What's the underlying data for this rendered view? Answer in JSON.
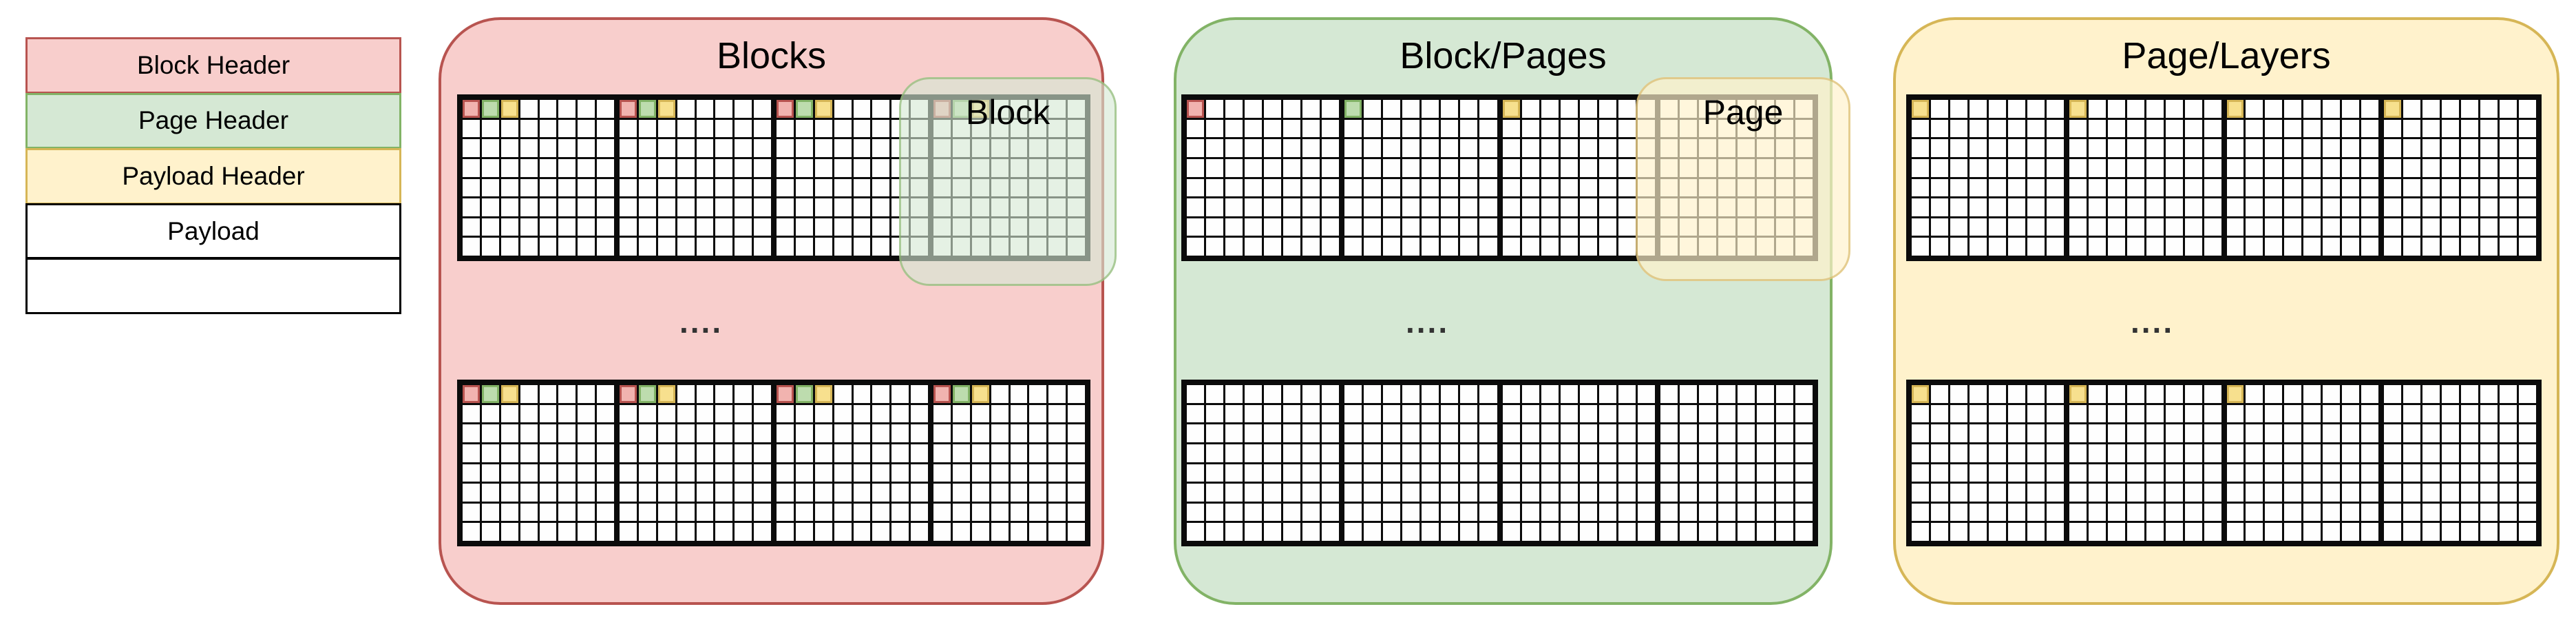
{
  "diagram": {
    "legend": {
      "rows": [
        {
          "label": "Block Header",
          "style": "pink"
        },
        {
          "label": "Page Header",
          "style": "green"
        },
        {
          "label": "Payload Header",
          "style": "yellow"
        },
        {
          "label": "Payload",
          "style": "plain"
        },
        {
          "label": "",
          "style": "plain"
        }
      ]
    },
    "containers": {
      "blocks": {
        "title": "Blocks",
        "dots": "....",
        "overlay_label": "Block",
        "grid_rows": [
          [
            [
              "pink",
              "green",
              "yellow"
            ],
            [
              "pink",
              "green",
              "yellow"
            ],
            [
              "pink",
              "green",
              "yellow"
            ],
            [
              "pink",
              "green",
              "yellow"
            ]
          ],
          [
            [
              "pink",
              "green",
              "yellow"
            ],
            [
              "pink",
              "green",
              "yellow"
            ],
            [
              "pink",
              "green",
              "yellow"
            ],
            [
              "pink",
              "green",
              "yellow"
            ]
          ]
        ]
      },
      "block_pages": {
        "title": "Block/Pages",
        "dots": "....",
        "overlay_label": "Page",
        "grid_rows": [
          [
            [
              "pink"
            ],
            [
              "green"
            ],
            [
              "yellow"
            ],
            []
          ],
          [
            [],
            [],
            [],
            []
          ]
        ]
      },
      "page_layers": {
        "title": "Page/Layers",
        "dots": "....",
        "grid_rows": [
          [
            [
              "yellow"
            ],
            [
              "yellow"
            ],
            [
              "yellow"
            ],
            [
              "yellow"
            ]
          ],
          [
            [
              "yellow"
            ],
            [
              "yellow"
            ],
            [
              "yellow"
            ],
            []
          ]
        ]
      }
    },
    "colors": {
      "pink_fill": "#f8cecc",
      "pink_stroke": "#b85450",
      "green_fill": "#d5e8d4",
      "green_stroke": "#82b366",
      "yellow_fill": "#fff2cc",
      "yellow_stroke": "#d6b656",
      "cell_pink": "#f1b3af",
      "cell_green": "#bddcae",
      "cell_yellow": "#f7e08e",
      "grid_line": "#0b0b0b"
    }
  }
}
